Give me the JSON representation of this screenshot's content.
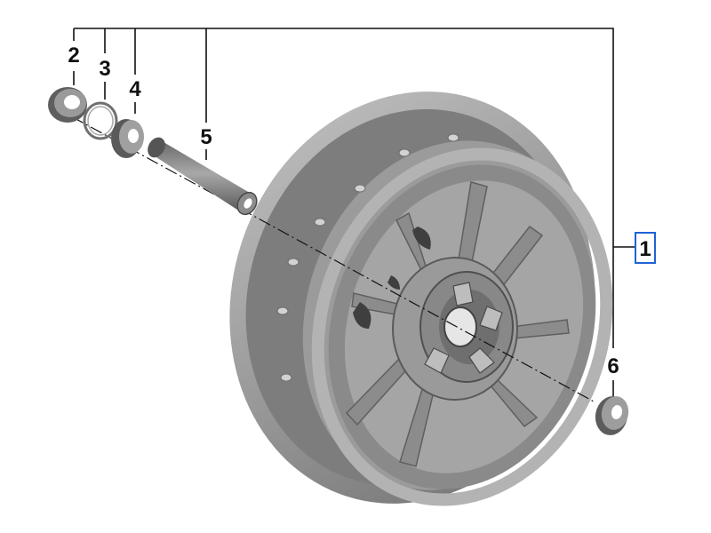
{
  "diagram": {
    "callouts": [
      {
        "id": "1",
        "label": "1",
        "selected": true
      },
      {
        "id": "2",
        "label": "2"
      },
      {
        "id": "3",
        "label": "3"
      },
      {
        "id": "4",
        "label": "4"
      },
      {
        "id": "5",
        "label": "5"
      },
      {
        "id": "6",
        "label": "6"
      }
    ],
    "colors": {
      "part": "#8d8d8d",
      "part_dark": "#5e5e5e",
      "part_light": "#b8b8b8",
      "selection": "#1f63d6",
      "line": "#111111"
    }
  }
}
